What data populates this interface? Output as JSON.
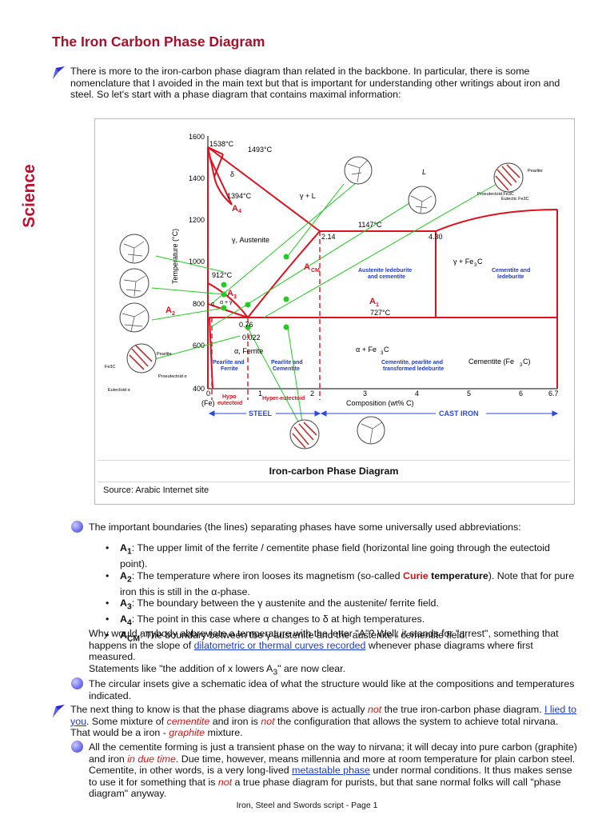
{
  "title": "The Iron Carbon Phase Diagram",
  "side_label": "Science",
  "intro": "There is more to the iron-carbon phase diagram than related in the backbone. In particular, there is some nomenclature that I avoided in the main text but that is important for understanding other writings about iron and steel. So let's start with a phase diagram that contains maximal information:",
  "figure": {
    "caption": "Iron-carbon Phase Diagram",
    "source": "Source: Arabic Internet site",
    "y_ticks": [
      "1600",
      "1400",
      "1200",
      "1000",
      "800",
      "600",
      "400"
    ],
    "x_ticks": [
      "0",
      "1",
      "2",
      "3",
      "4",
      "5",
      "6",
      "6.7"
    ],
    "y_label": "Temperature (°C)",
    "x_label": "Composition (wt% C)",
    "x_fe": "(Fe)",
    "labels": {
      "t1538": "1538°C",
      "t1493": "1493°C",
      "delta": "δ",
      "t1394": "1394°C",
      "a4": "A",
      "a4_sub": "4",
      "gamma_l": "γ + L",
      "L": "L",
      "austenite": "γ, Austenite",
      "t1147": "1147°C",
      "c214": "2.14",
      "c430": "4.30",
      "acm": "A",
      "acm_sub": "CM",
      "t912": "912°C",
      "a3": "A",
      "a3_sub": "3",
      "a2": "A",
      "a2_sub": "2",
      "alpha_gamma": "α + γ",
      "alpha": "α",
      "gamma": "γ",
      "c076": "0.76",
      "c0022": "0.022",
      "ferrite": "α, Ferrite",
      "aust_led_1": "Austenite ledeburite",
      "aust_led_2": "and cementite",
      "gamma_fe3c": "γ + Fe",
      "sub3": "3",
      "c_char": "C",
      "cem_led_1": "Cementite and",
      "cem_led_2": "ledeburite",
      "a1": "A",
      "a1_sub": "1",
      "t727": "727°C",
      "alpha_fe3c": "α + Fe",
      "pf_1": "Pearlite and",
      "pf_2": "Ferrite",
      "pc_1": "Pearlite and",
      "pc_2": "Cementite",
      "cpl_1": "Cementite, pearlite and",
      "cpl_2": "transformed ledeburite",
      "cementite": "Cementite (Fe",
      "cementite_end": "C)",
      "hypo_1": "Hypo",
      "hypo_2": "eutectoid",
      "hyper": "Hyper-eutectoid",
      "steel": "STEEL",
      "cast_iron": "CAST IRON",
      "pearlite": "Pearlite",
      "proeutectoid": "Proeutectoid α",
      "fe3c": "Fe3C",
      "eutectoid_a": "Eutectoid α",
      "proeut_fe3c": "Proeutectoid Fe3C",
      "eutectic_fe3c": "Eutectic Fe3C"
    }
  },
  "body": {
    "p1": "The important boundaries (the lines) separating phases have some universally used abbreviations:",
    "bullets": {
      "b1_sym": "A",
      "b1_sub": "1",
      "b1_text": ": The upper limit of the ferrite / cementite phase field (horizontal line going through the eutectoid point).",
      "b2_sym": "A",
      "b2_sub": "2",
      "b2_text": ": The temperature where iron looses its magnetism (so-called ",
      "b2_curie": "Curie",
      "b2_temp": "temperature",
      "b2_end": "). Note that for pure iron this is still in the α-phase.",
      "b3_sym": "A",
      "b3_sub": "3",
      "b3_text": ": The boundary between the γ austenite and the austenite/ ferrite field.",
      "b4_sym": "A",
      "b4_sub": "4",
      "b4_text": ": The point in this case where α changes to δ at high temperatures.",
      "b5_sym": "A",
      "b5_sub": "CM",
      "b5_text": ": The boundary between the γ austenite and the austenite / cementite field."
    },
    "p2_a": "Why would anybody abbreviate a temperature with the letter \"A\"? Well, it stands for \"arrest\", something that happens in the slope of ",
    "p2_link": "dilatometric or thermal curves recorded",
    "p2_b": " whenever phase diagrams where first measured.",
    "p3_a": "Statements like \"the addition of x lowers A",
    "p3_sub": "3",
    "p3_b": "\" are now clear.",
    "p4": "The circular insets give a schematic idea of what the structure would like at the compositions and temperatures indicated.",
    "p5_a": "The next thing to know is that the phase diagrams above is actually ",
    "p5_not": "not",
    "p5_b": " the true iron-carbon phase diagram. ",
    "p5_link": "I lied to you",
    "p5_c": ". Some mixture of ",
    "p5_cem": "cementite",
    "p5_d": " and iron is ",
    "p5_not2": "not",
    "p5_e": " the configuration that allows the system to achieve total nirvana. That would be a iron - ",
    "p5_graphite": "graphite",
    "p5_f": " mixture.",
    "p6_a": "All the cementite forming is just a transient phase on the way to nirvana; it will decay into pure carbon (graphite) and iron ",
    "p6_due": "in due time",
    "p6_b": ". Due time, however, means millennia and more at room temperature for plain carbon steel. Cementite, in other words, is a very long-lived ",
    "p6_link": "metastable phase",
    "p6_c": " under normal conditions. It thus makes sense to use it for something that is ",
    "p6_not": "not",
    "p6_d": " a true phase diagram for purists, but that sane normal folks will call \"phase diagram\" anyway."
  },
  "footer": "Iron, Steel and Swords script - Page 1",
  "colors": {
    "title": "#a8102a",
    "phase_line": "#e0101e",
    "green": "#22cc22",
    "link": "#1a3ad8",
    "bullet_dot": "#6f6fe8"
  }
}
